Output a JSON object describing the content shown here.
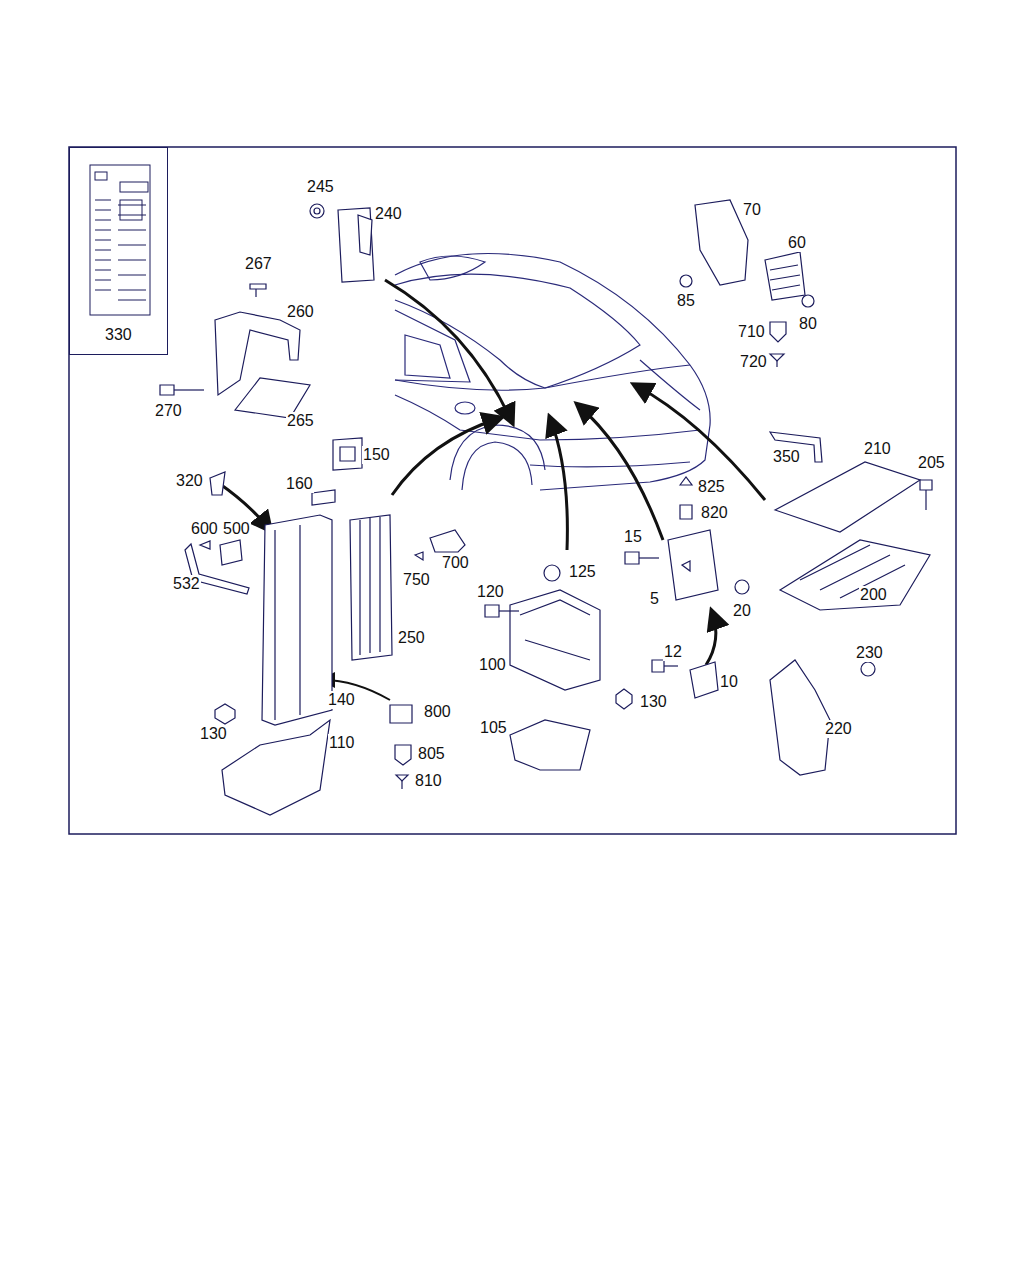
{
  "diagram": {
    "nodes": [
      {
        "text": [
          "330"
        ]
      }
    ],
    "labels": [
      "245",
      "240",
      "70",
      "60",
      "267",
      "260",
      "85",
      "80",
      "710",
      "720",
      "270",
      "265",
      "150",
      "350",
      "210",
      "205",
      "320",
      "160",
      "825",
      "820",
      "600",
      "500",
      "15",
      "750",
      "700",
      "532",
      "125",
      "120",
      "5",
      "20",
      "200",
      "250",
      "100",
      "12",
      "10",
      "230",
      "140",
      "800",
      "130",
      "105",
      "220",
      "130",
      "110",
      "805",
      "810"
    ]
  }
}
